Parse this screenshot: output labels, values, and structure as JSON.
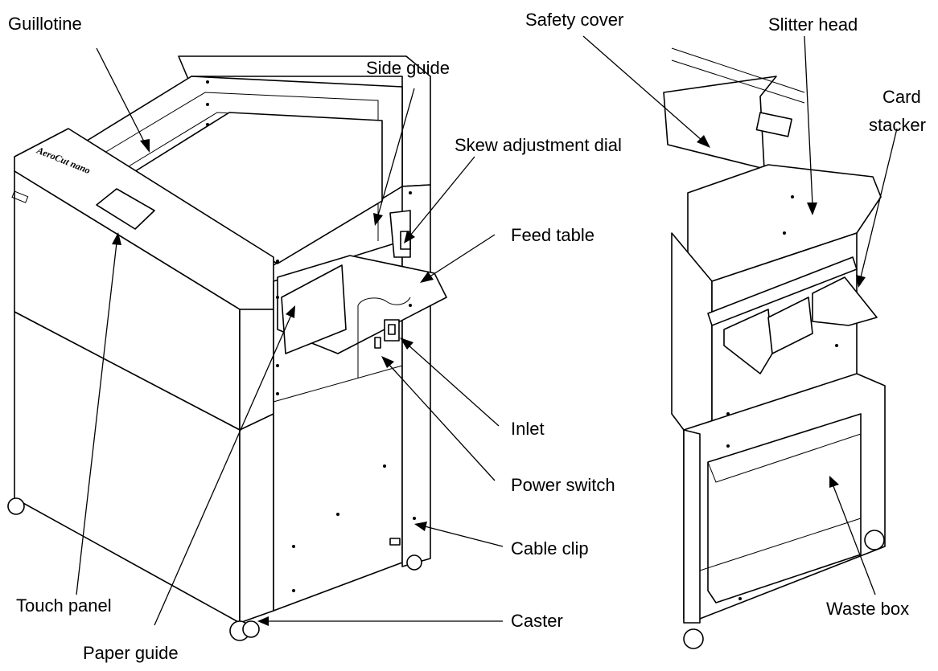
{
  "labels": {
    "guillotine": "Guillotine",
    "safety_cover": "Safety cover",
    "slitter_head": "Slitter head",
    "side_guide": "Side guide",
    "card_stacker_1": "Card",
    "card_stacker_2": "stacker",
    "skew_dial": "Skew adjustment dial",
    "feed_table": "Feed table",
    "inlet": "Inlet",
    "power_switch": "Power switch",
    "cable_clip": "Cable clip",
    "touch_panel": "Touch panel",
    "caster": "Caster",
    "paper_guide": "Paper guide",
    "waste_box": "Waste box"
  },
  "branding": {
    "logo_text": "AeroCut nano"
  },
  "colors": {
    "line": "#000000",
    "background": "#ffffff"
  }
}
